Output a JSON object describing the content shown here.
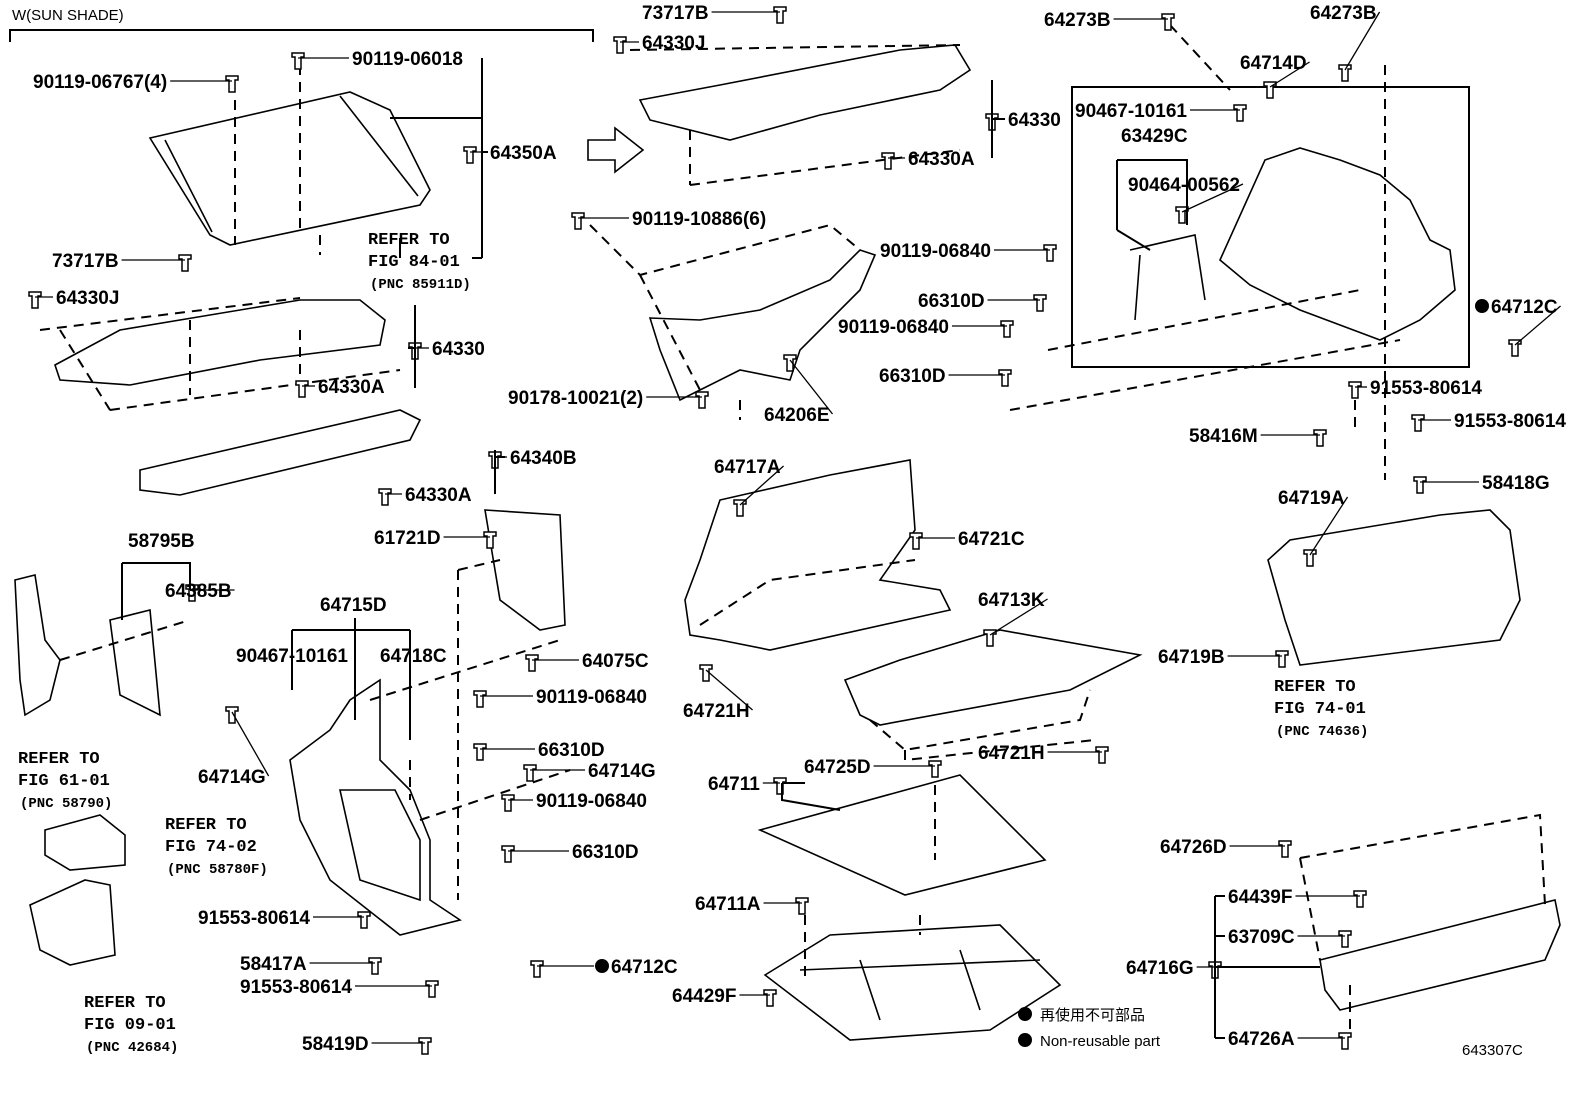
{
  "diagram": {
    "section_title": "W(SUN SHADE)",
    "figure_code": "643307C",
    "legend": {
      "jp": "再使用不可部品",
      "en": "Non-reusable part",
      "marker_color": "#000000"
    },
    "labels": [
      "90119-06018",
      "90119-06767(4)",
      "64350A",
      "73717B",
      "64330J",
      "64330",
      "64330A",
      "64340B",
      "64330A",
      "61721D",
      "58795B",
      "64385B",
      "64715D",
      "90467-10161",
      "64718C",
      "64714G",
      "91553-80614",
      "58417A",
      "91553-80614",
      "58419D",
      "73717B",
      "64330J",
      "64330",
      "64330A",
      "90119-10886(6)",
      "90178-10021(2)",
      "64206E",
      "64075C",
      "90119-06840",
      "66310D",
      "64714G",
      "90119-06840",
      "66310D",
      "64712C",
      "64717A",
      "64721C",
      "64721H",
      "64713K",
      "64721H",
      "64711",
      "64725D",
      "64711A",
      "64429F",
      "64273B",
      "64273B",
      "64714D",
      "90467-10161",
      "63429C",
      "90464-00562",
      "90119-06840",
      "66310D",
      "90119-06840",
      "66310D",
      "64712C",
      "91553-80614",
      "91553-80614",
      "58416M",
      "58418G",
      "64719A",
      "64719B",
      "64726D",
      "64439F",
      "63709C",
      "64716G",
      "64726A"
    ],
    "references": [
      {
        "line1": "REFER TO",
        "line2": "FIG 84-01",
        "line3": "(PNC 85911D)"
      },
      {
        "line1": "REFER TO",
        "line2": "FIG 61-01",
        "line3": "(PNC 58790)"
      },
      {
        "line1": "REFER TO",
        "line2": "FIG 74-02",
        "line3": "(PNC 58780F)"
      },
      {
        "line1": "REFER TO",
        "line2": "FIG 09-01",
        "line3": "(PNC 42684)"
      },
      {
        "line1": "REFER TO",
        "line2": "FIG 74-01",
        "line3": "(PNC 74636)"
      }
    ]
  }
}
